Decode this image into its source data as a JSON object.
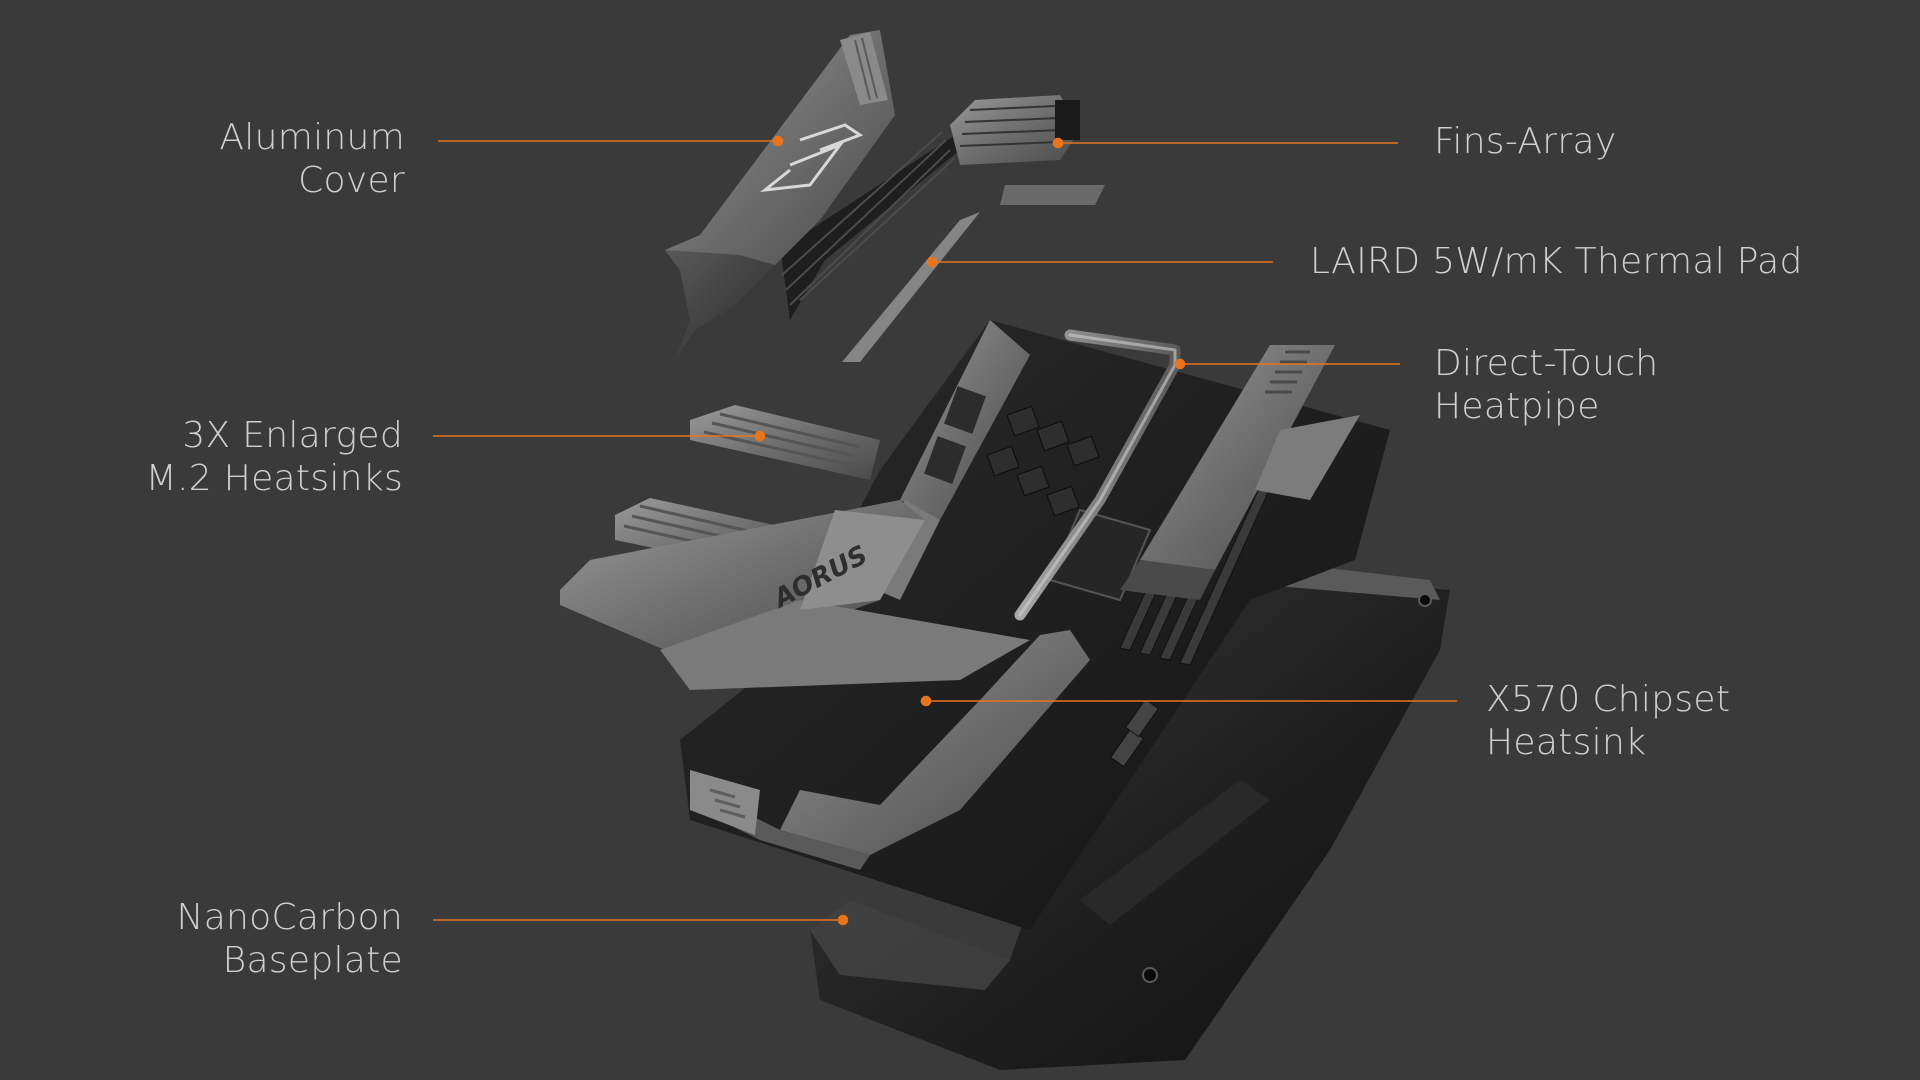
{
  "colors": {
    "background": "#3a3a3a",
    "accent": "#e8741e",
    "label_text": "#d0d0d0",
    "metal_light": "#8e8e8e",
    "metal_mid": "#6a6a6a",
    "metal_dark": "#2a2a2a",
    "pcb": "#1e1e1e"
  },
  "callouts": {
    "aluminum_cover": {
      "line1": "Aluminum",
      "line2": "Cover"
    },
    "fins_array": {
      "line1": "Fins-Array"
    },
    "thermal_pad": {
      "line1": "LAIRD 5W/mK Thermal Pad"
    },
    "heatpipe": {
      "line1": "Direct-Touch",
      "line2": "Heatpipe"
    },
    "m2_heatsinks": {
      "line1": "3X Enlarged",
      "line2": "M.2 Heatsinks"
    },
    "chipset_heatsink": {
      "line1": "X570 Chipset",
      "line2": "Heatsink"
    },
    "baseplate": {
      "line1": "NanoCarbon",
      "line2": "Baseplate"
    }
  },
  "product": {
    "brand_mark": "AORUS"
  }
}
